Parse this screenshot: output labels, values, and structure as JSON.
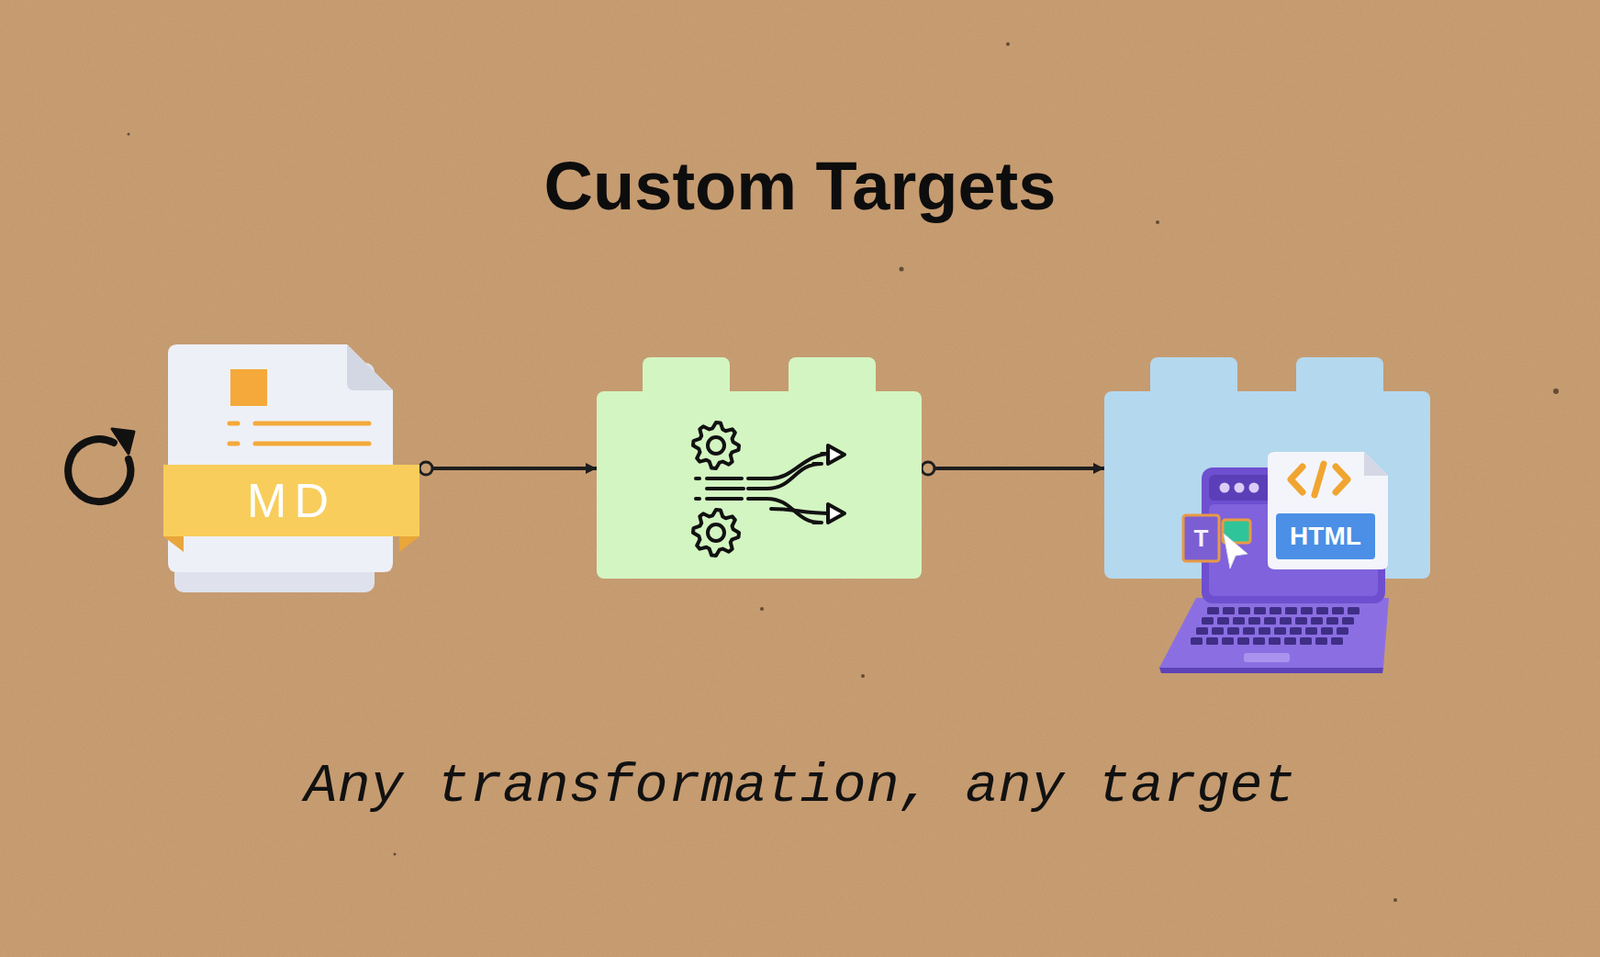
{
  "diagram": {
    "title": "Custom Targets",
    "caption": "Any transformation, any target",
    "nodes": [
      {
        "text": [
          "MD"
        ]
      },
      {
        "text": []
      },
      {
        "text": [
          "T",
          "HTML"
        ]
      }
    ],
    "edges": [
      {
        "from": 0,
        "to": 1,
        "arrow": "to"
      },
      {
        "from": 1,
        "to": 2,
        "arrow": "to"
      }
    ]
  }
}
